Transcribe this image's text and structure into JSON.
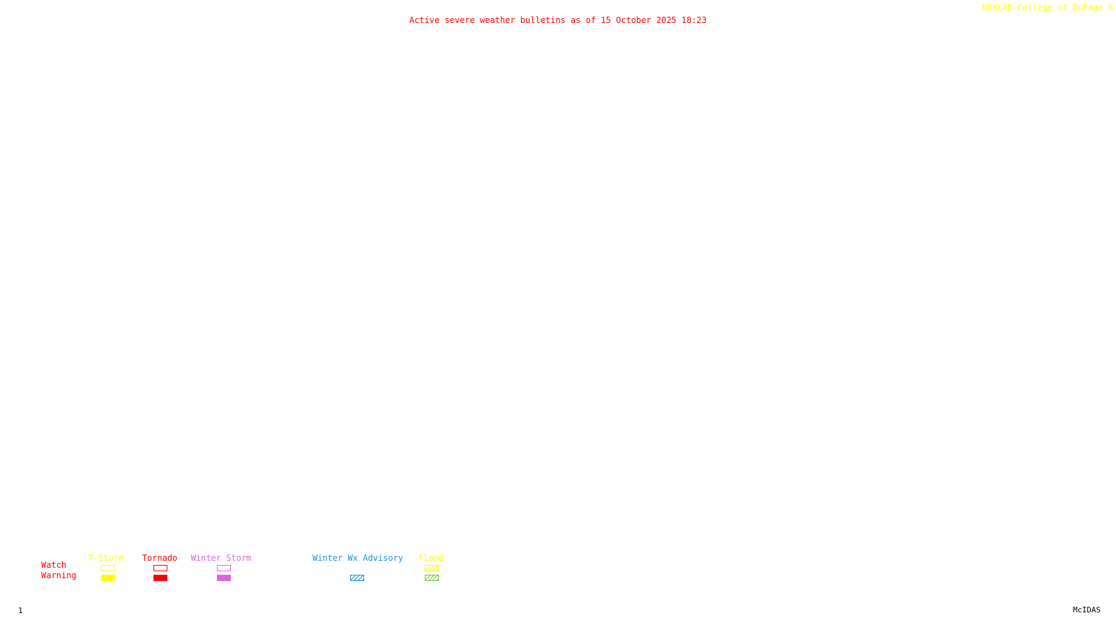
{
  "header": {
    "title": "Active severe weather bulletins as of 15 October 2025 18:23",
    "credit": "NEXLAB-College of DuPage R",
    "title_color": "#ff0000",
    "credit_color": "#ffff00"
  },
  "legend": {
    "rows": {
      "watch": "Watch",
      "warning": "Warning",
      "color": "#ff0000"
    },
    "categories": [
      {
        "label": "T-Storm",
        "color": "#ffff00",
        "watch": "outline",
        "warning": "solid"
      },
      {
        "label": "Tornado",
        "color": "#ff0000",
        "watch": "outline",
        "warning": "solid"
      },
      {
        "label": "Winter Storm",
        "color": "#dd66dd",
        "watch": "outline",
        "warning": "solid"
      },
      {
        "label": "Winter Wx Advisory",
        "color": "#1e90dd",
        "watch": "none",
        "warning": "hatched"
      },
      {
        "label": "Flood",
        "color": "#ffff00",
        "warning_color": "#66cc33",
        "watch": "hatched",
        "warning": "hatched"
      }
    ]
  },
  "footer": {
    "page": "1",
    "software": "McIDAS"
  }
}
